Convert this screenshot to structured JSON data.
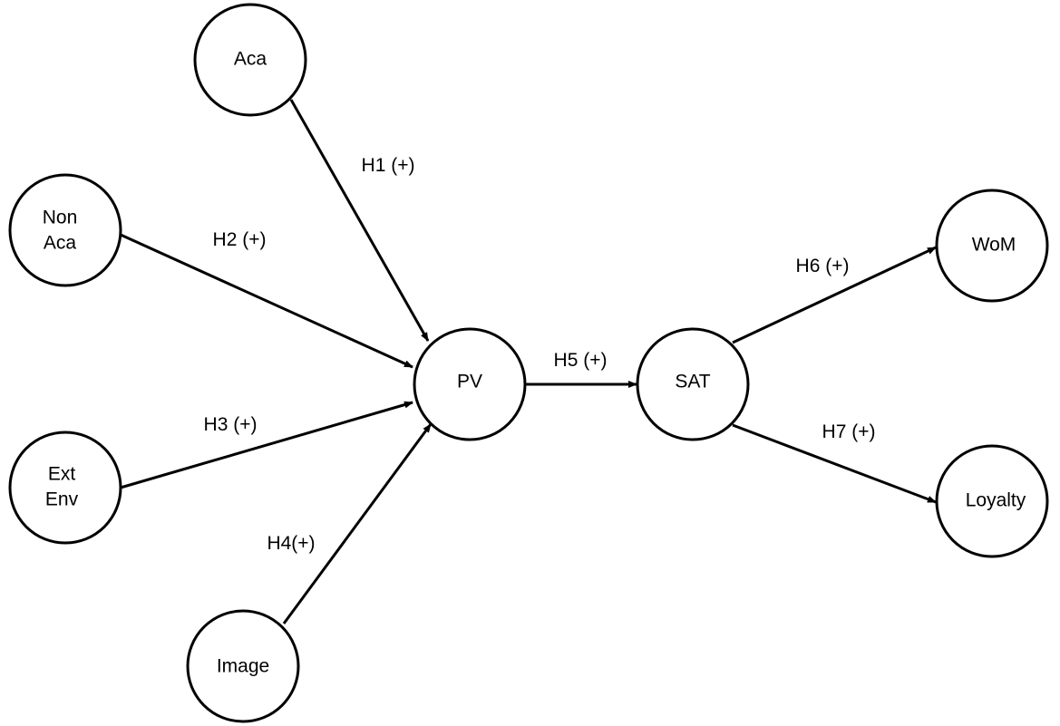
{
  "diagram": {
    "nodes": [
      {
        "id": "aca",
        "lines": [
          "Aca"
        ]
      },
      {
        "id": "nonaca",
        "lines": [
          "Non",
          "Aca"
        ]
      },
      {
        "id": "extenv",
        "lines": [
          "Ext",
          "Env"
        ]
      },
      {
        "id": "image",
        "lines": [
          "Image"
        ]
      },
      {
        "id": "pv",
        "lines": [
          "PV"
        ]
      },
      {
        "id": "sat",
        "lines": [
          "SAT"
        ]
      },
      {
        "id": "wom",
        "lines": [
          "WoM"
        ]
      },
      {
        "id": "loyalty",
        "lines": [
          "Loyalty"
        ]
      }
    ],
    "edges": [
      {
        "id": "h1",
        "from": "aca",
        "to": "pv",
        "label": "H1 (+)"
      },
      {
        "id": "h2",
        "from": "nonaca",
        "to": "pv",
        "label": "H2 (+)"
      },
      {
        "id": "h3",
        "from": "extenv",
        "to": "pv",
        "label": "H3 (+)"
      },
      {
        "id": "h4",
        "from": "image",
        "to": "pv",
        "label": "H4(+)"
      },
      {
        "id": "h5",
        "from": "pv",
        "to": "sat",
        "label": "H5 (+)"
      },
      {
        "id": "h6",
        "from": "sat",
        "to": "wom",
        "label": "H6 (+)"
      },
      {
        "id": "h7",
        "from": "sat",
        "to": "loyalty",
        "label": "H7 (+)"
      }
    ]
  }
}
